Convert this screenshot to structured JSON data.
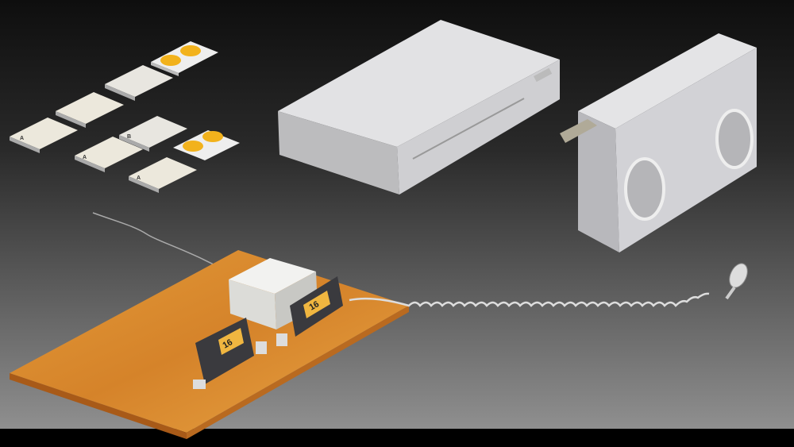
{
  "scene": {
    "radio_display_left": "16",
    "radio_display_right": "16",
    "cassette_side_labels": [
      "A",
      "A",
      "B",
      "A"
    ]
  },
  "colors": {
    "background_top": "#0e0e0e",
    "background_bottom": "#8c8c8c",
    "wood": "#d8892c",
    "device_gray": "#d6d6d8",
    "reel_yellow": "#f2b21c",
    "lcd": "#f0b640"
  }
}
